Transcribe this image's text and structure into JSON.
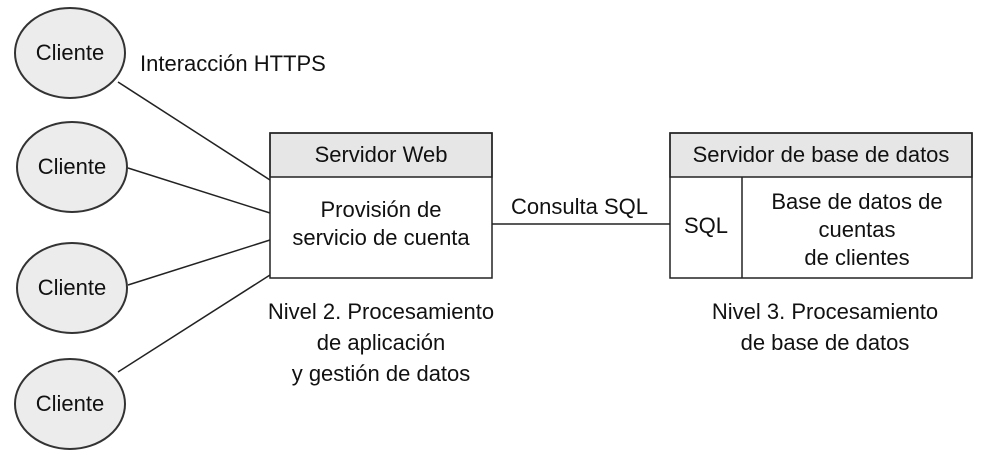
{
  "clients": [
    {
      "label": "Cliente"
    },
    {
      "label": "Cliente"
    },
    {
      "label": "Cliente"
    },
    {
      "label": "Cliente"
    }
  ],
  "connection_label": "Interacción HTTPS",
  "web_server": {
    "header": "Servidor Web",
    "body": "Provisión de\nservicio de cuenta",
    "caption": "Nivel 2. Procesamiento\nde aplicación\ny gestión de datos"
  },
  "sql_link_label": "Consulta SQL",
  "db_server": {
    "header": "Servidor de base de datos",
    "left_cell": "SQL",
    "right_cell": "Base de datos de\ncuentas\nde clientes",
    "caption": "Nivel 3. Procesamiento\nde base de datos"
  },
  "colors": {
    "header_fill": "#e6e6e6",
    "client_fill": "#ececec",
    "stroke": "#222222"
  }
}
